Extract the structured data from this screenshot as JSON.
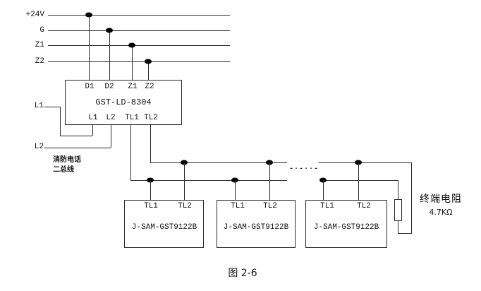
{
  "caption": "图 2-6",
  "power_buses": {
    "labels": [
      "+24V",
      "G",
      "Z1",
      "Z2"
    ]
  },
  "module": {
    "title": "GST-LD-8304",
    "top_terminals": [
      "D1",
      "D2",
      "Z1",
      "Z2"
    ],
    "bottom_terminals": [
      "L1",
      "L2",
      "TL1",
      "TL2"
    ]
  },
  "phone_bus": {
    "l1_label": "L1",
    "l2_label": "L2",
    "note_line1": "消防电话",
    "note_line2": "二总线",
    "break_symbol": "-·-··-"
  },
  "phone_modules": [
    {
      "title": "J-SAM-GST9122B",
      "terminals": [
        "TL1",
        "TL2"
      ]
    },
    {
      "title": "J-SAM-GST9122B",
      "terminals": [
        "TL1",
        "TL2"
      ]
    },
    {
      "title": "J-SAM-GST9122B",
      "terminals": [
        "TL1",
        "TL2"
      ]
    }
  ],
  "terminator": {
    "name_label": "终端电阻",
    "value_label": "4.7KΩ"
  },
  "colors": {
    "line": "#2a2a2a",
    "background": "#ffffff"
  }
}
